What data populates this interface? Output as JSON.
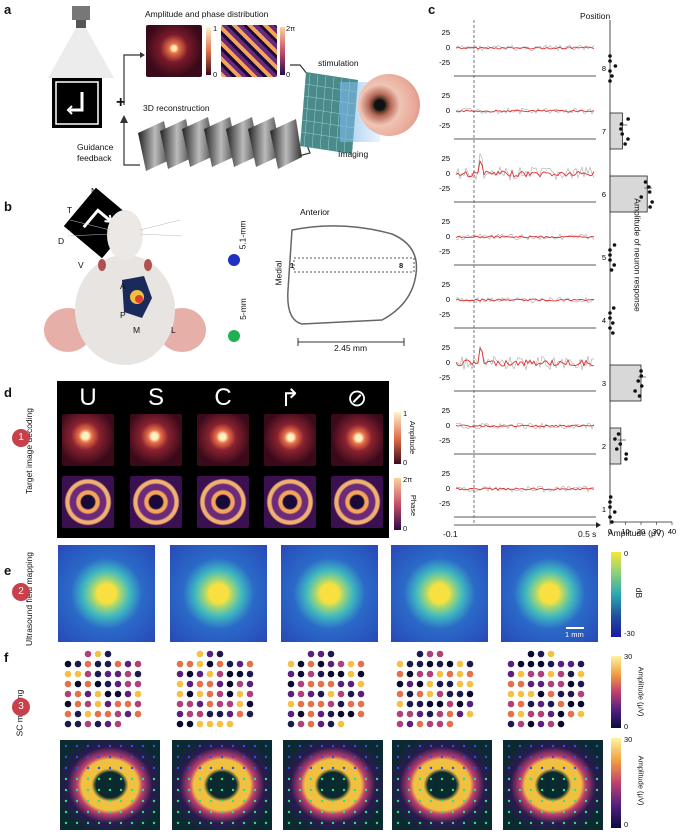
{
  "panels": {
    "a": {
      "letter": "a",
      "amp_phase_title": "Amplitude and phase distribution",
      "amp_cbar_max": "1",
      "amp_cbar_min": "0",
      "phase_cbar_max": "2π",
      "phase_cbar_min": "0",
      "stimulation": "stimulation",
      "recon": "3D reconstruction",
      "guidance": "Guidance\nfeedback",
      "guidance_line1": "Guidance",
      "guidance_line2": "feedback",
      "imaging": "Imaging",
      "plus": "+"
    },
    "b": {
      "letter": "b",
      "dir_N": "N",
      "dir_T": "T",
      "dir_D": "D",
      "dir_V": "V",
      "dir_A": "A",
      "dir_P": "P",
      "dir_M": "M",
      "dir_L": "L",
      "anterior": "Anterior",
      "medial": "Medial",
      "depth1": "5.1-mm",
      "depth2": "5-mm",
      "scale": "2.45 mm",
      "pos_start": "1",
      "pos_end": "8"
    },
    "c": {
      "letter": "c",
      "position_label": "Position",
      "amp_axis_label": "Amplitude of neuron response",
      "x_label": "Amplitude (μV)",
      "time_start": "-0.1",
      "time_end": "0.5 s",
      "bar_ticks": [
        "0",
        "10",
        "20",
        "30",
        "40"
      ],
      "trace_ticks": [
        "25",
        "0",
        "-25"
      ],
      "positions": [
        "8",
        "7",
        "6",
        "5",
        "4",
        "3",
        "2",
        "1"
      ]
    },
    "d": {
      "letter": "d",
      "row_label": "Target image decoding",
      "badge": "1",
      "targets": [
        "U",
        "S",
        "C",
        "↱",
        "⊘"
      ],
      "amp_label": "Amplitude",
      "phase_label": "Phase",
      "amp_max": "1",
      "amp_min": "0",
      "phase_max": "2π",
      "phase_min": "0"
    },
    "e": {
      "letter": "e",
      "row_label": "Ultrasound field mapping",
      "badge": "2",
      "cbar_label": "dB",
      "cbar_max": "0",
      "cbar_min": "-30",
      "scale": "1 mm"
    },
    "f": {
      "letter": "f",
      "row_label": "SC mapping",
      "badge": "3",
      "cbar_label": "Amplitude (μV)",
      "cbar_max": "30",
      "cbar_min": "0",
      "cbar2_label": "Amplitude (μV)",
      "cbar2_max": "30",
      "cbar2_min": "0"
    }
  },
  "chart_data": {
    "type": "bar",
    "categories": [
      "1",
      "2",
      "3",
      "4",
      "5",
      "6",
      "7",
      "8"
    ],
    "values": [
      0,
      7,
      20,
      0,
      0,
      24,
      8,
      0
    ],
    "xlabel": "Amplitude (μV)",
    "ylabel": "Position",
    "xlim": [
      0,
      40
    ]
  }
}
